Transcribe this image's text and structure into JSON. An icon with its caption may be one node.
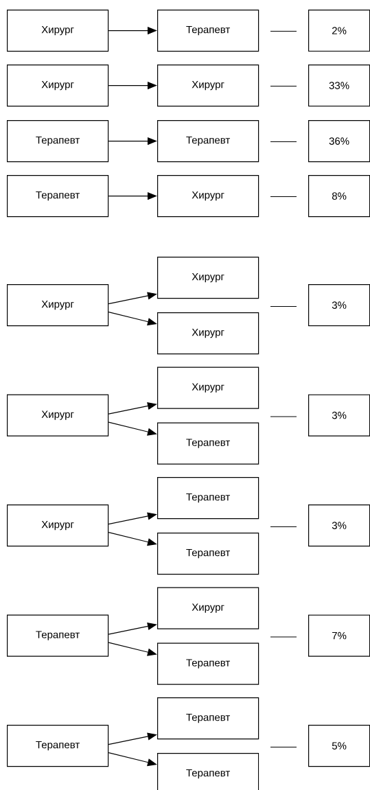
{
  "diagram": {
    "nodes": [
      {
        "text": [
          "Хирург"
        ]
      },
      {
        "text": [
          "Терапевт"
        ]
      },
      {
        "text": [
          "2%"
        ]
      },
      {
        "text": [
          "Хирург"
        ]
      },
      {
        "text": [
          "Хирург"
        ]
      },
      {
        "text": [
          "33%"
        ]
      },
      {
        "text": [
          "Терапевт"
        ]
      },
      {
        "text": [
          "Терапевт"
        ]
      },
      {
        "text": [
          "36%"
        ]
      },
      {
        "text": [
          "Терапевт"
        ]
      },
      {
        "text": [
          "Хирург"
        ]
      },
      {
        "text": [
          "8%"
        ]
      },
      {
        "text": [
          "Хирург"
        ]
      },
      {
        "text": [
          "Хирург"
        ]
      },
      {
        "text": [
          "Хирург"
        ]
      },
      {
        "text": [
          "3%"
        ]
      },
      {
        "text": [
          "Хирург"
        ]
      },
      {
        "text": [
          "Хирург"
        ]
      },
      {
        "text": [
          "Терапевт"
        ]
      },
      {
        "text": [
          "3%"
        ]
      },
      {
        "text": [
          "Хирург"
        ]
      },
      {
        "text": [
          "Терапевт"
        ]
      },
      {
        "text": [
          "Терапевт"
        ]
      },
      {
        "text": [
          "3%"
        ]
      },
      {
        "text": [
          "Терапевт"
        ]
      },
      {
        "text": [
          "Хирург"
        ]
      },
      {
        "text": [
          "Терапевт"
        ]
      },
      {
        "text": [
          "7%"
        ]
      },
      {
        "text": [
          "Терапевт"
        ]
      },
      {
        "text": [
          "Терапевт"
        ]
      },
      {
        "text": [
          "Терапевт"
        ]
      },
      {
        "text": [
          "5%"
        ]
      }
    ],
    "edges": [
      {
        "from": 0,
        "to": 1,
        "arrow": "to"
      },
      {
        "from": 3,
        "to": 4,
        "arrow": "to"
      },
      {
        "from": 6,
        "to": 7,
        "arrow": "to"
      },
      {
        "from": 9,
        "to": 10,
        "arrow": "to"
      },
      {
        "from": 12,
        "to": 13,
        "arrow": "to"
      },
      {
        "from": 12,
        "to": 14,
        "arrow": "to"
      },
      {
        "from": 16,
        "to": 17,
        "arrow": "to"
      },
      {
        "from": 16,
        "to": 18,
        "arrow": "to"
      },
      {
        "from": 20,
        "to": 21,
        "arrow": "to"
      },
      {
        "from": 20,
        "to": 22,
        "arrow": "to"
      },
      {
        "from": 24,
        "to": 25,
        "arrow": "to"
      },
      {
        "from": 24,
        "to": 26,
        "arrow": "to"
      },
      {
        "from": 28,
        "to": 29,
        "arrow": "to"
      },
      {
        "from": 28,
        "to": 30,
        "arrow": "to"
      }
    ]
  }
}
